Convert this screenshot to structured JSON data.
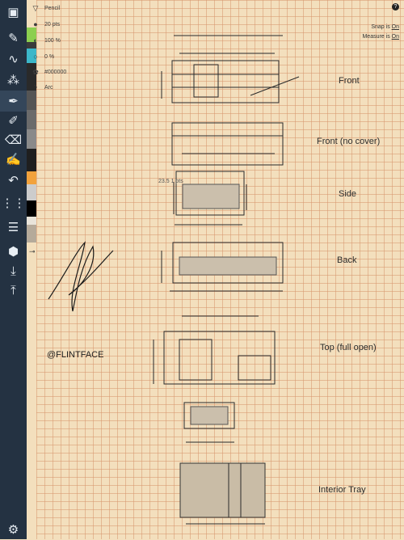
{
  "properties": {
    "brush": "Pencil",
    "size": "20 pts",
    "opacity": "100 %",
    "smoothing": "0 %",
    "color": "#000000",
    "shape": "Arc"
  },
  "status": {
    "snap_label": "Snap is",
    "snap_value": "On",
    "measure_label": "Measure is",
    "measure_value": "On",
    "help": "?"
  },
  "hint": "23.5 1 pts",
  "handle": "@FLINTFACE",
  "views": {
    "front": "Front",
    "front_no_cover": "Front (no cover)",
    "side": "Side",
    "back": "Back",
    "top": "Top (full open)",
    "tray": "Interior Tray"
  },
  "swatch_colors": [
    "#3a3a3a",
    "#8ccf4f",
    "#3cb7c9",
    "#2a2a2a",
    "#555555",
    "#6b6b6b",
    "#8a8a8a",
    "#1f1f1f",
    "#f2a23c",
    "#cccccc",
    "#000000",
    "#e9e4da",
    "#b5aa9a",
    "#a89e8e"
  ],
  "toolbar": {
    "bg_color": "#243242"
  }
}
